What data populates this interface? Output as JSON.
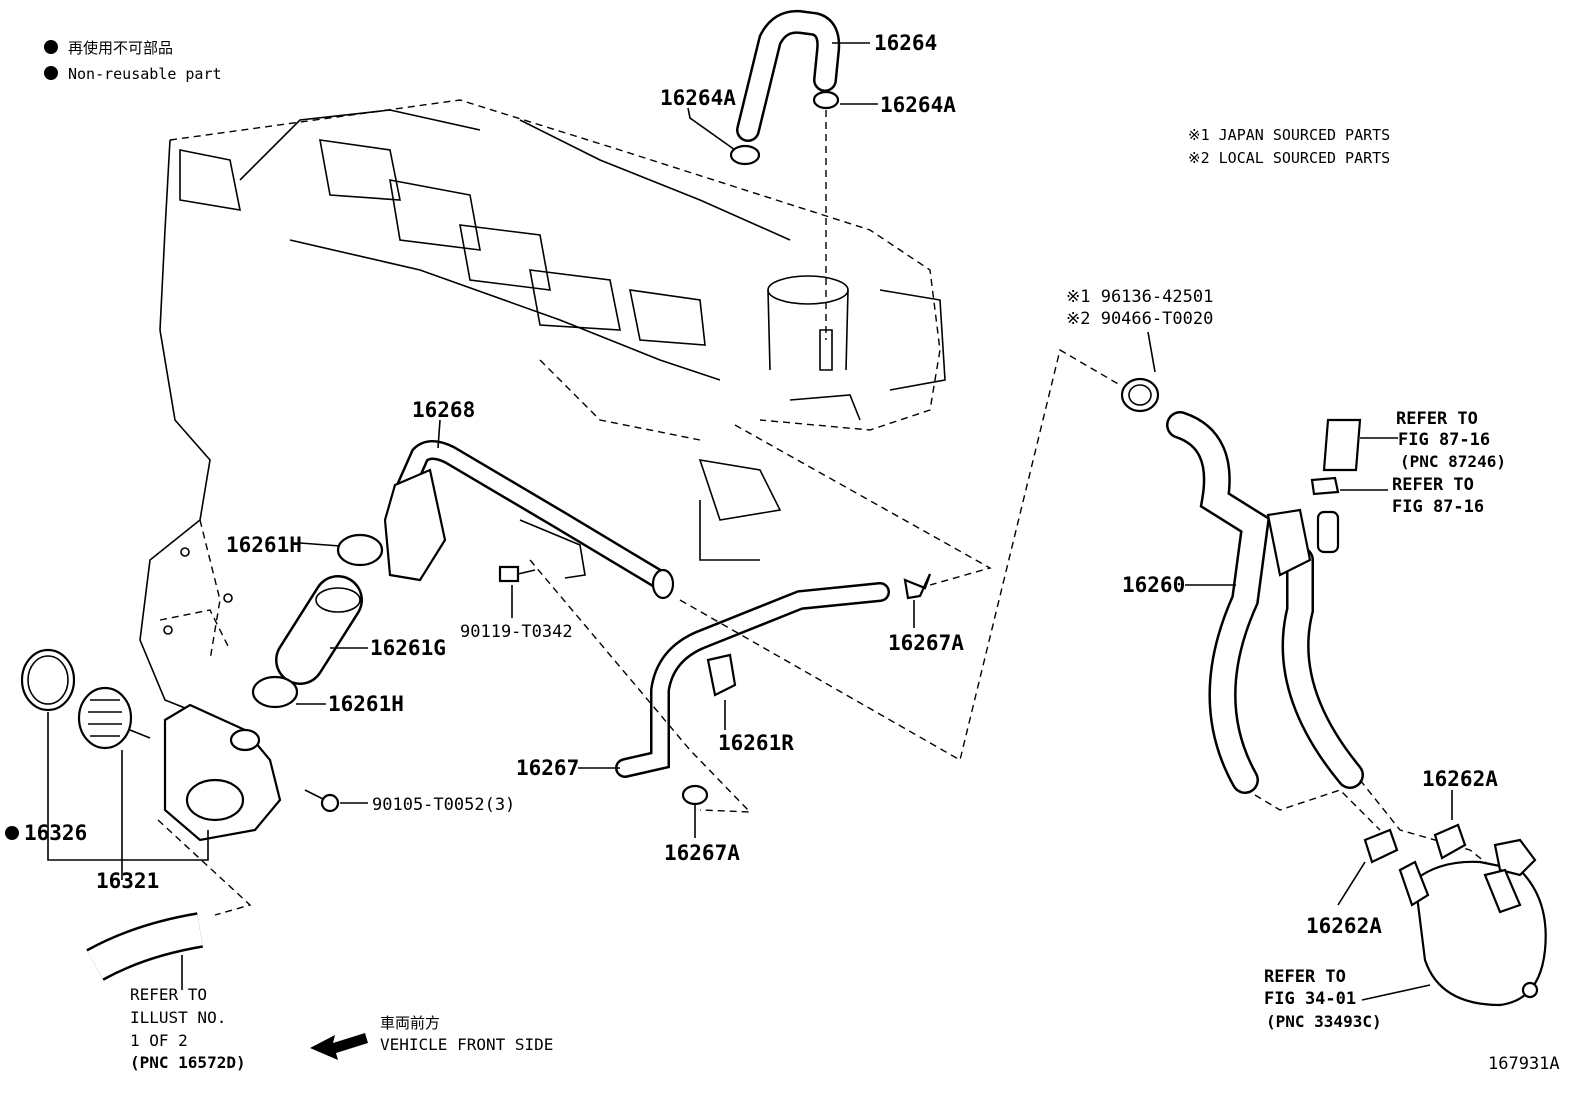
{
  "legend": {
    "jp": "再使用不可部品",
    "en": "Non-reusable part"
  },
  "notes": {
    "n1": "※1 JAPAN SOURCED PARTS",
    "n2": "※2 LOCAL SOURCED PARTS"
  },
  "parts": {
    "p16264": "16264",
    "p16264A_1": "16264A",
    "p16264A_2": "16264A",
    "p16268": "16268",
    "p16261H_1": "16261H",
    "p16261H_2": "16261H",
    "p16261G": "16261G",
    "p90119": "90119-T0342",
    "p16267A_1": "16267A",
    "p16267A_2": "16267A",
    "p16261R": "16261R",
    "p16267": "16267",
    "p90105": "90105-T0052(3)",
    "p16326": "16326",
    "p16321": "16321",
    "p16260": "16260",
    "p16262A_1": "16262A",
    "p16262A_2": "16262A",
    "n96136": "※1 96136-42501",
    "n90466": "※2 90466-T0020"
  },
  "refs": {
    "r1a": "REFER TO",
    "r1b": "FIG 87-16",
    "r1c": "(PNC 87246)",
    "r2a": "REFER TO",
    "r2b": "FIG 87-16",
    "r3a": "REFER TO",
    "r3b": "FIG 34-01",
    "r3c": "(PNC 33493C)",
    "r4a": "REFER TO",
    "r4b": "ILLUST NO.",
    "r4c": "1 OF 2",
    "r4d": "(PNC 16572D)"
  },
  "front": {
    "jp": "車両前方",
    "en": "VEHICLE FRONT SIDE"
  },
  "figure_id": "167931A"
}
